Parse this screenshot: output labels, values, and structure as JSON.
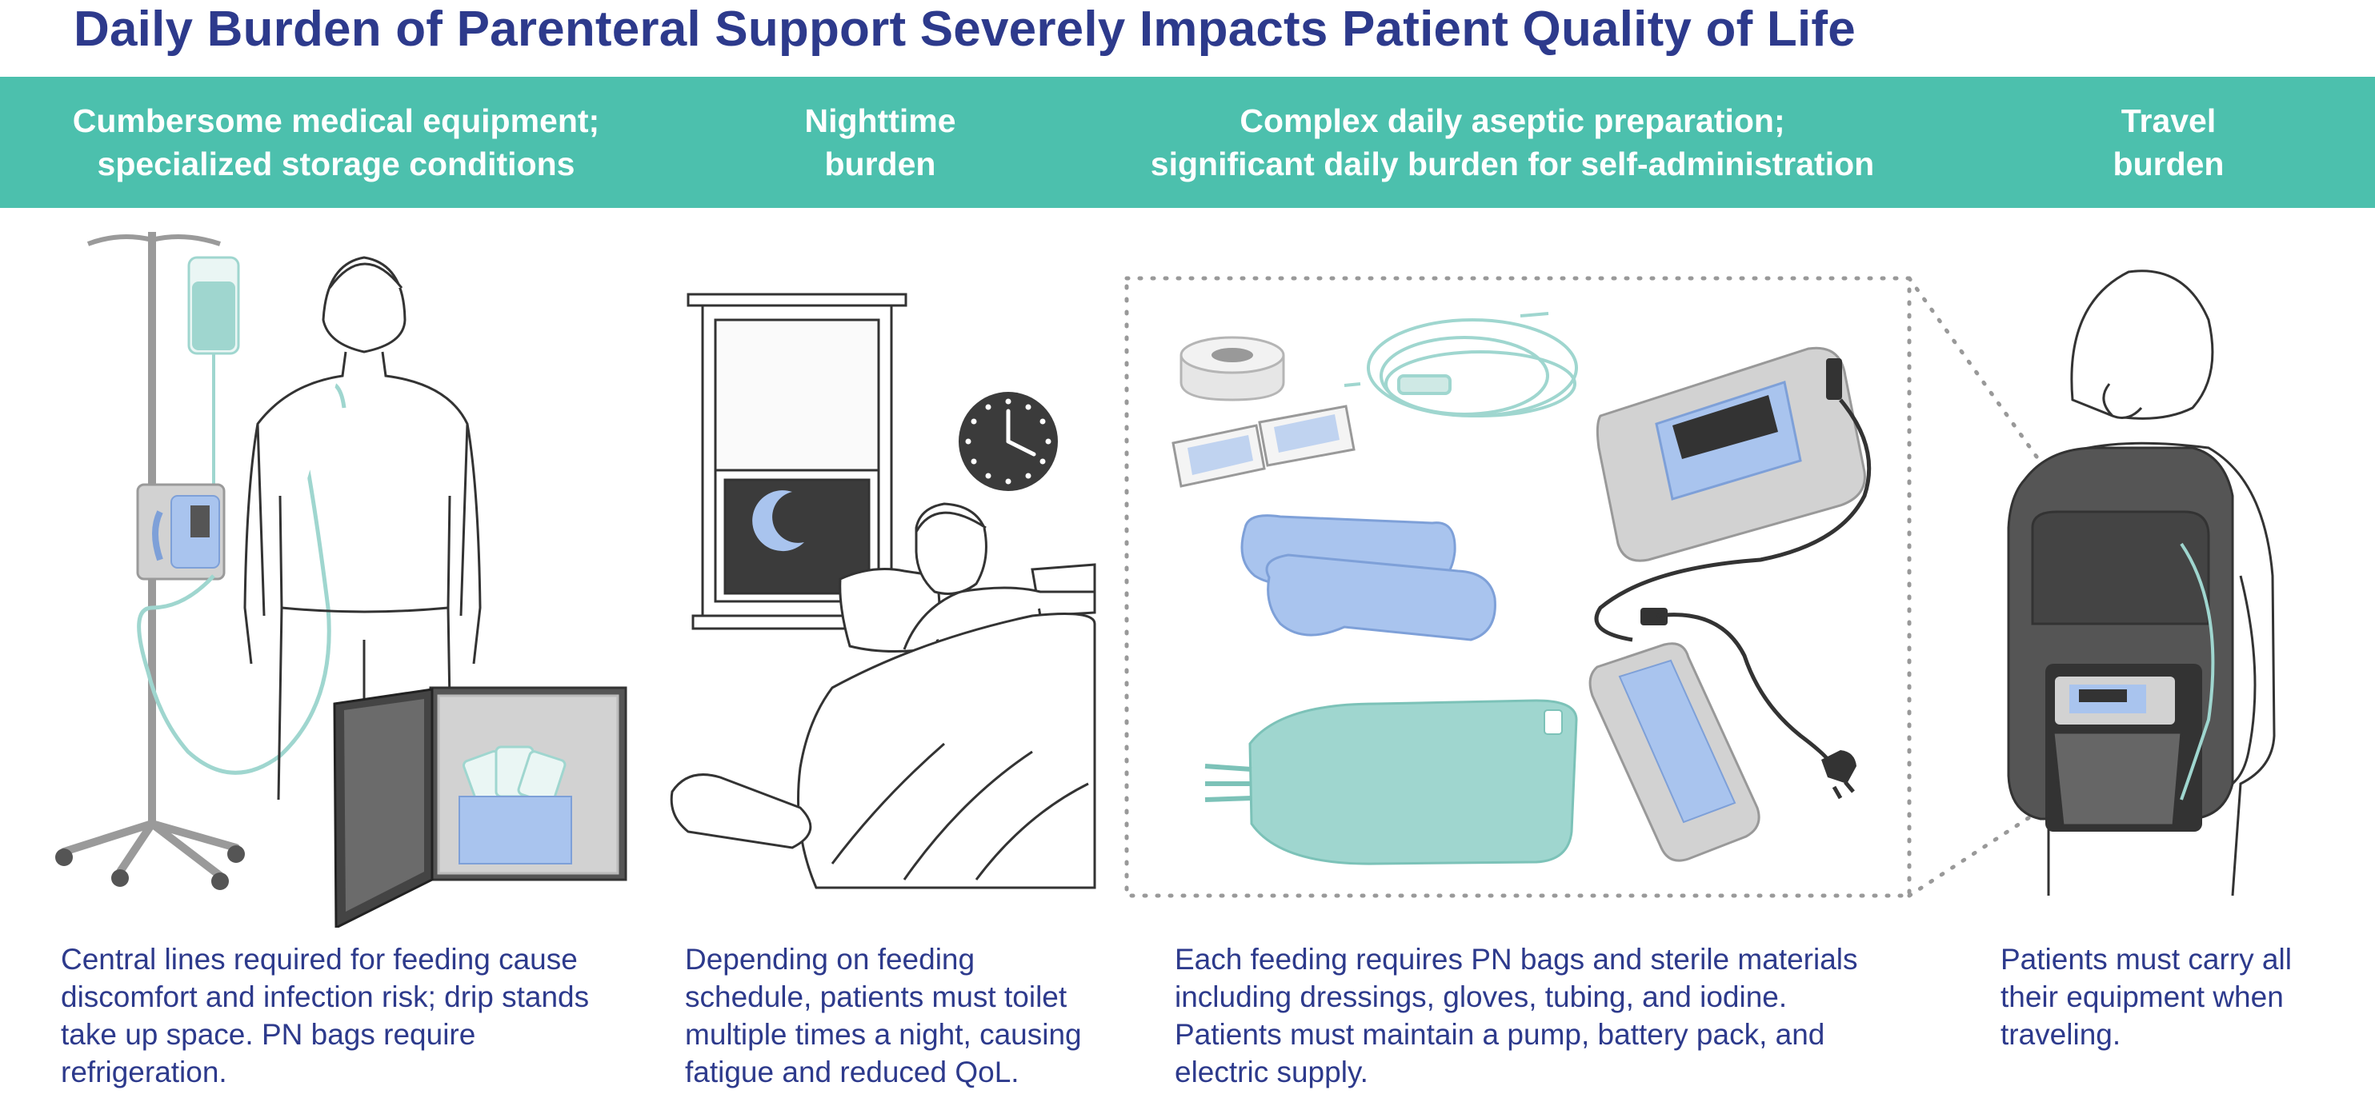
{
  "title": "Daily Burden of Parenteral Support Severely Impacts Patient Quality of Life",
  "colors": {
    "title": "#2d3a8c",
    "band": "#4cc0ad",
    "body_text": "#2d3a8c",
    "teal_light": "#9fd6cf",
    "blue_light": "#a9c4ee"
  },
  "headers": [
    "Cumbersome medical equipment;\nspecialized storage conditions",
    "Nighttime\nburden",
    "Complex daily aseptic preparation;\nsignificant daily burden for self-administration",
    "Travel\nburden"
  ],
  "descriptions": [
    "Central lines required for feeding cause\ndiscomfort and infection risk; drip stands\ntake up space. PN bags require\nrefrigeration.",
    "Depending on feeding\nschedule, patients must toilet\nmultiple times a night, causing\nfatigue and reduced QoL.",
    "Each feeding requires PN bags and sterile materials\nincluding dressings, gloves, tubing, and iodine.\nPatients must maintain a pump, battery pack, and\nelectric supply.",
    "Patients must carry all\ntheir equipment when\ntraveling."
  ],
  "icons": [
    "iv-drip-stand-icon",
    "infusion-pump-icon",
    "patient-figure-icon",
    "mini-fridge-icon",
    "pn-bags-icon",
    "night-window-icon",
    "moon-icon",
    "clock-icon",
    "patient-in-bed-icon",
    "medical-tape-icon",
    "iv-tubing-icon",
    "dressing-packs-icon",
    "gloves-icon",
    "pn-bag-icon",
    "pump-device-icon",
    "battery-pack-icon",
    "power-plug-icon",
    "backpack-patient-icon"
  ]
}
